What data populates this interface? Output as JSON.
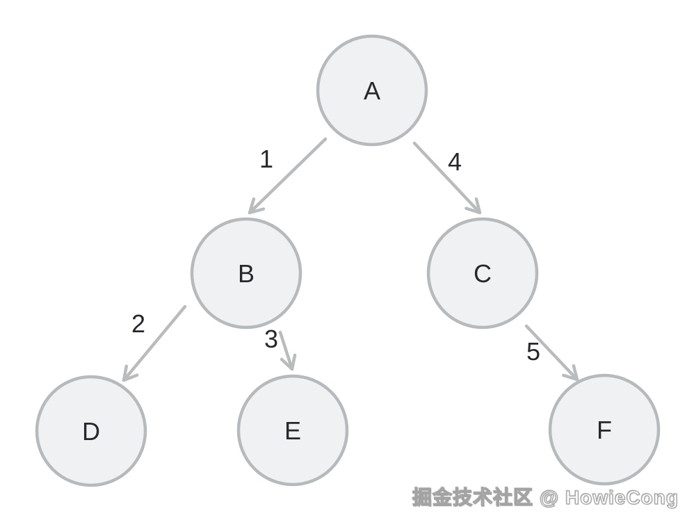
{
  "diagram": {
    "type": "tree",
    "nodes": [
      {
        "id": "A",
        "label": "A"
      },
      {
        "id": "B",
        "label": "B"
      },
      {
        "id": "C",
        "label": "C"
      },
      {
        "id": "D",
        "label": "D"
      },
      {
        "id": "E",
        "label": "E"
      },
      {
        "id": "F",
        "label": "F"
      }
    ],
    "edges": [
      {
        "from": "A",
        "to": "B",
        "label": "1"
      },
      {
        "from": "B",
        "to": "D",
        "label": "2"
      },
      {
        "from": "B",
        "to": "E",
        "label": "3"
      },
      {
        "from": "A",
        "to": "C",
        "label": "4"
      },
      {
        "from": "C",
        "to": "F",
        "label": "5"
      }
    ]
  },
  "colors": {
    "node_fill": "#f0f1f2",
    "node_border": "#b7babc",
    "edge": "#b9bbbd",
    "text": "#26282c",
    "background": "#ffffff"
  },
  "watermark": {
    "text": "掘金技术社区 @ HowieCong"
  }
}
